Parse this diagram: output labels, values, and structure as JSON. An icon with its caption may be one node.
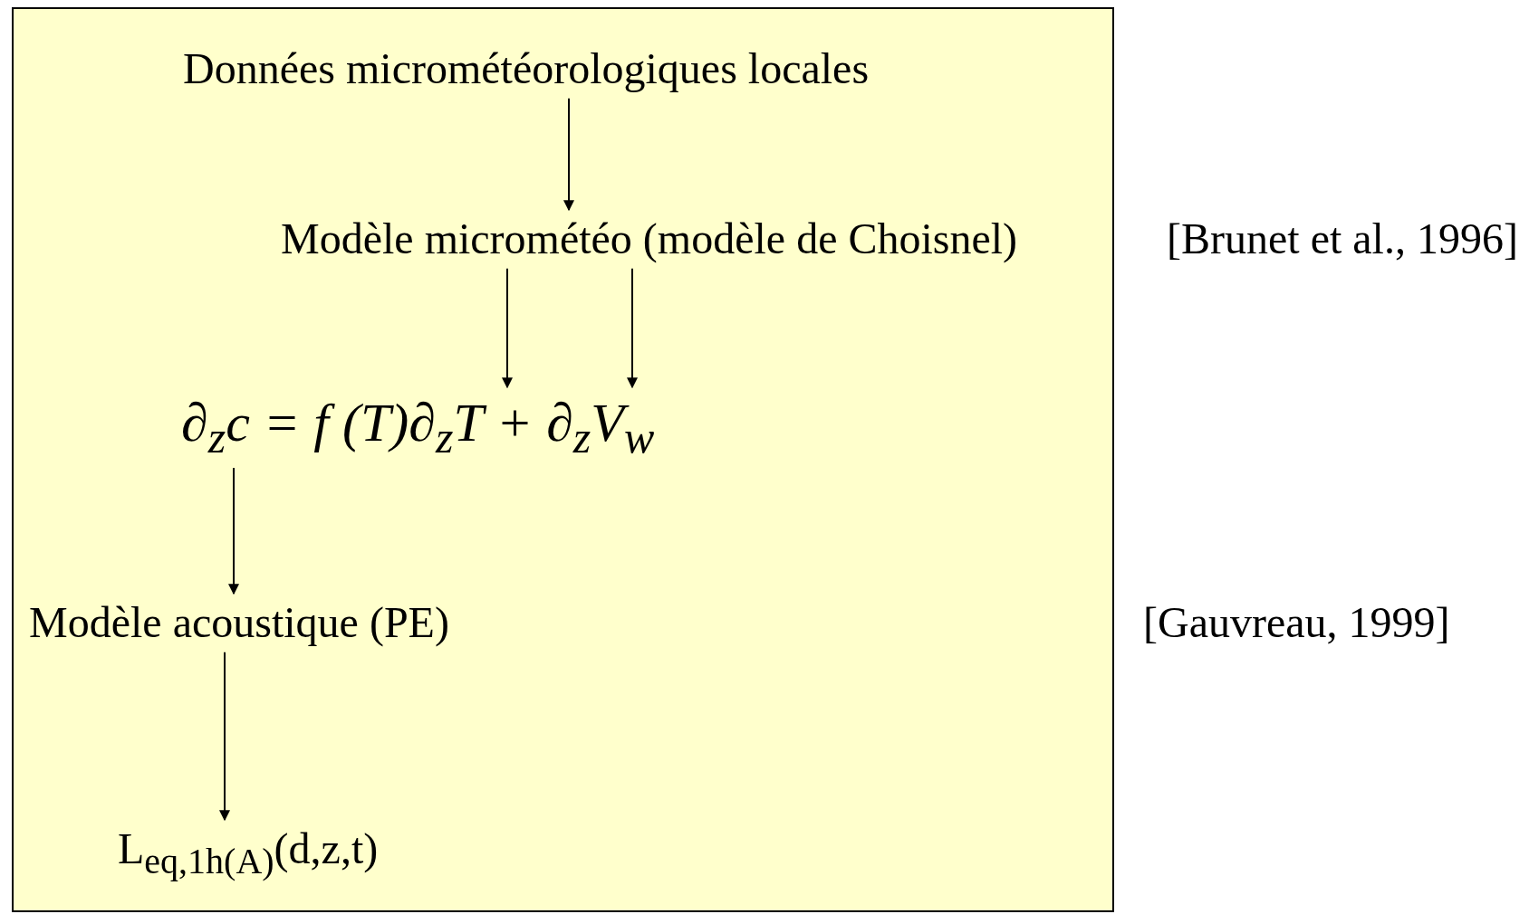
{
  "diagram": {
    "nodes": [
      {
        "text": [],
        "shape": "box"
      },
      {
        "text": [
          "Données micrométéorologiques locales"
        ],
        "in": 0
      },
      {
        "text": [
          "Modèle micrométéo (modèle de Choisnel)"
        ],
        "in": 0
      },
      {
        "text": [
          "∂$_{z}$c = f (T)∂$_{z}$T + ∂$_{z}$V$_{w⃗}$"
        ],
        "in": 0
      },
      {
        "text": [
          "Modèle acoustique (PE)"
        ],
        "in": 0
      },
      {
        "text": [
          "L$_{eq,1h(A)}$(d,z,t)"
        ],
        "in": 0
      }
    ],
    "edges": [
      {
        "from": 1,
        "to": 2,
        "arrow": "to"
      },
      {
        "from": 2,
        "to": 3,
        "arrow": "to"
      },
      {
        "from": 2,
        "to": 3,
        "arrow": "to"
      },
      {
        "from": 3,
        "to": 4,
        "arrow": "to"
      },
      {
        "from": 4,
        "to": 5,
        "arrow": "to"
      }
    ],
    "labels": [
      "[Brunet et al., 1996]",
      "[Gauvreau, 1999]"
    ]
  }
}
